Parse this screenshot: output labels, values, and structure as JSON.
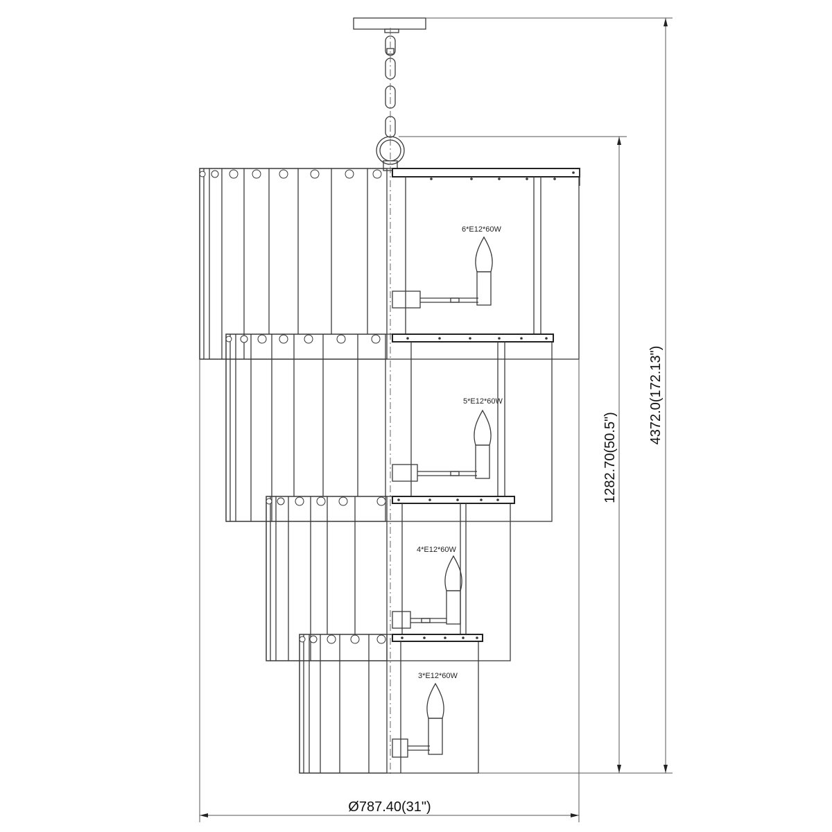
{
  "tiers": [
    {
      "lamp_label": "6*E12*60W"
    },
    {
      "lamp_label": "5*E12*60W"
    },
    {
      "lamp_label": "4*E12*60W"
    },
    {
      "lamp_label": "3*E12*60W"
    }
  ],
  "dimensions": {
    "diameter": "Ø787.40(31\")",
    "body_height": "1282.70(50.5\")",
    "overall_height": "4372.0(172.13\")"
  }
}
